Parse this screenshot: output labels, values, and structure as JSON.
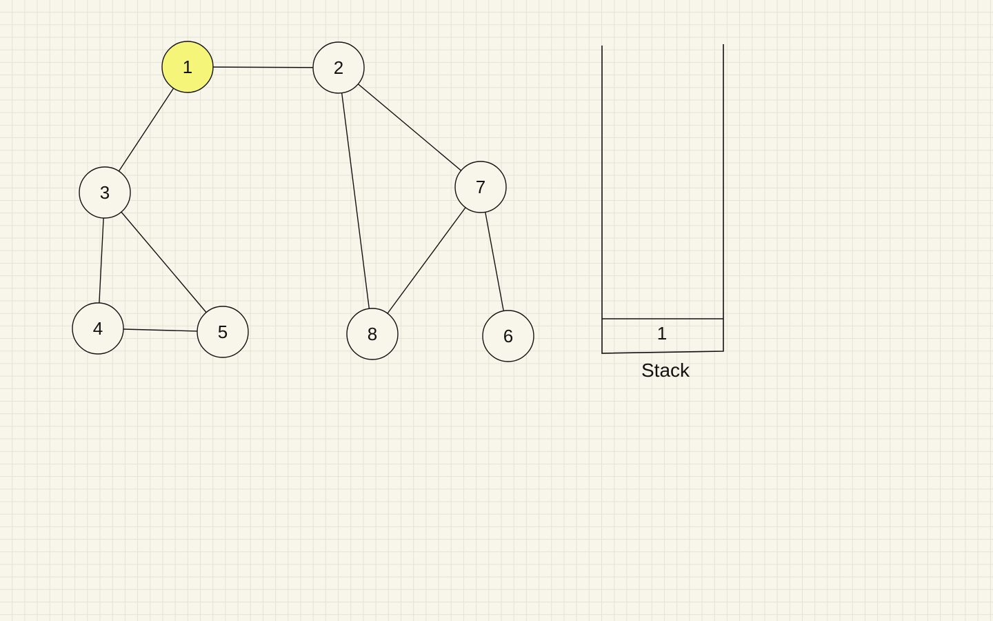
{
  "colors": {
    "background": "#f8f6ea",
    "grid": "#e4e2d4",
    "stroke": "#111111",
    "node_fill": "#f8f6ea",
    "highlight_fill": "#f5f57a"
  },
  "graph": {
    "nodes": [
      {
        "id": "1",
        "label": "1",
        "highlighted": true
      },
      {
        "id": "2",
        "label": "2",
        "highlighted": false
      },
      {
        "id": "3",
        "label": "3",
        "highlighted": false
      },
      {
        "id": "4",
        "label": "4",
        "highlighted": false
      },
      {
        "id": "5",
        "label": "5",
        "highlighted": false
      },
      {
        "id": "6",
        "label": "6",
        "highlighted": false
      },
      {
        "id": "7",
        "label": "7",
        "highlighted": false
      },
      {
        "id": "8",
        "label": "8",
        "highlighted": false
      }
    ],
    "edges": [
      {
        "from": "1",
        "to": "2"
      },
      {
        "from": "1",
        "to": "3"
      },
      {
        "from": "3",
        "to": "4"
      },
      {
        "from": "3",
        "to": "5"
      },
      {
        "from": "4",
        "to": "5"
      },
      {
        "from": "2",
        "to": "8"
      },
      {
        "from": "2",
        "to": "7"
      },
      {
        "from": "7",
        "to": "8"
      },
      {
        "from": "7",
        "to": "6"
      }
    ]
  },
  "stack": {
    "caption": "Stack",
    "items": [
      "1"
    ]
  }
}
